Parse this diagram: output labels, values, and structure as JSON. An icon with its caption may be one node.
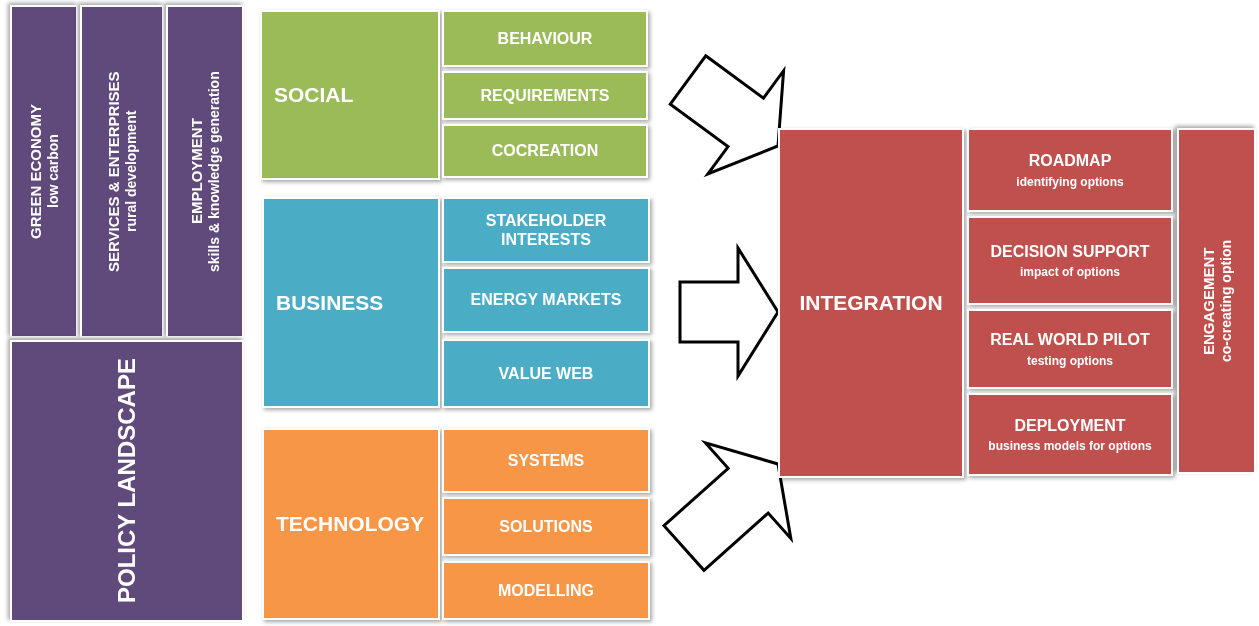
{
  "diagram": {
    "nodes": [
      {
        "text": [
          "GREEN ECONOMY",
          "low carbon"
        ]
      },
      {
        "text": [
          "SERVICES & ENTERPRISES",
          "rural development"
        ]
      },
      {
        "text": [
          "EMPLOYMENT",
          "skills & knowledge generation"
        ]
      },
      {
        "text": [
          "POLICY LANDSCAPE"
        ]
      },
      {
        "text": [
          "SOCIAL"
        ]
      },
      {
        "text": [
          "BEHAVIOUR"
        ]
      },
      {
        "text": [
          "REQUIREMENTS"
        ]
      },
      {
        "text": [
          "COCREATION"
        ]
      },
      {
        "text": [
          "BUSINESS"
        ]
      },
      {
        "text": [
          "STAKEHOLDER INTERESTS"
        ]
      },
      {
        "text": [
          "ENERGY MARKETS"
        ]
      },
      {
        "text": [
          "VALUE WEB"
        ]
      },
      {
        "text": [
          "TECHNOLOGY"
        ]
      },
      {
        "text": [
          "SYSTEMS"
        ]
      },
      {
        "text": [
          "SOLUTIONS"
        ]
      },
      {
        "text": [
          "MODELLING"
        ]
      },
      {
        "text": [
          "INTEGRATION"
        ]
      },
      {
        "text": [
          "ROADMAP",
          "identifying options"
        ]
      },
      {
        "text": [
          "DECISION SUPPORT",
          "impact of options"
        ]
      },
      {
        "text": [
          "REAL WORLD PILOT",
          "testing options"
        ]
      },
      {
        "text": [
          "DEPLOYMENT",
          "business models for options"
        ]
      },
      {
        "text": [
          "ENGAGEMENT",
          "co-creating option"
        ]
      }
    ],
    "edges": [
      {
        "from": null,
        "to": 16,
        "arrow": "to"
      },
      {
        "from": null,
        "to": 16,
        "arrow": "to"
      },
      {
        "from": null,
        "to": 16,
        "arrow": "to"
      }
    ]
  }
}
